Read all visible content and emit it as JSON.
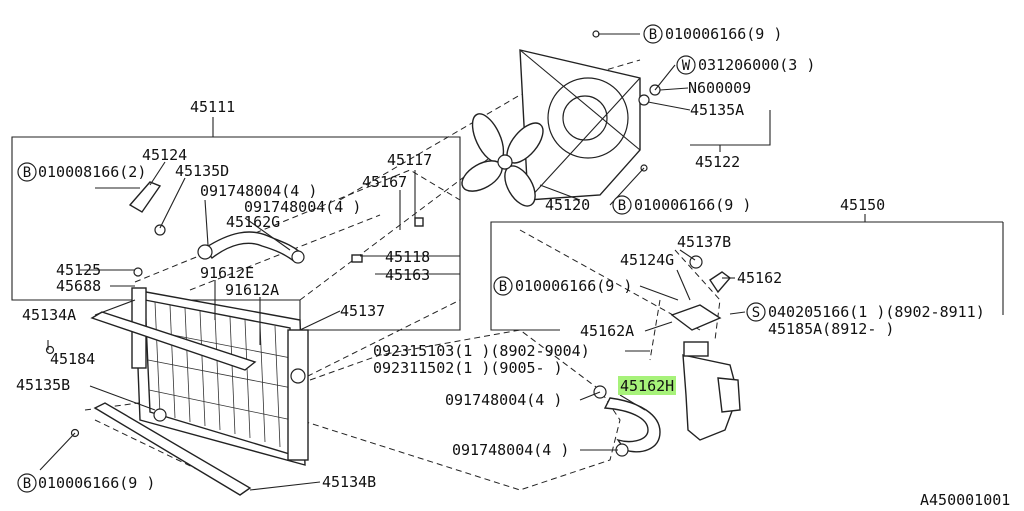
{
  "diagram_code": "A450001001",
  "highlighted_part": "45162H",
  "highlight_color": "#a7f27a",
  "labels": {
    "p45111": "45111",
    "p45124": "45124",
    "p45135D": "45135D",
    "b010008166": "010008166(2)",
    "p091748004_a": "091748004(4 )",
    "p091748004_b": "091748004(4 )",
    "p45162G": "45162G",
    "p45117": "45117",
    "p45167": "45167",
    "p45118": "45118",
    "p45163": "45163",
    "p91612E": "91612E",
    "p91612A": "91612A",
    "p45125": "45125",
    "p45688": "45688",
    "p45134A": "45134A",
    "p45184": "45184",
    "p45137": "45137",
    "p45135B": "45135B",
    "b010006166_bl": "010006166(9 )",
    "p45134B": "45134B",
    "b010006166_top": "010006166(9 )",
    "w031206000": "031206000(3 )",
    "n600009": "N600009",
    "p45135A": "45135A",
    "p45122": "45122",
    "p45120": "45120",
    "b010006166_mid": "010006166(9 )",
    "p45150": "45150",
    "p45137B": "45137B",
    "p45124G": "45124G",
    "p45162": "45162",
    "b010006166_r": "010006166(9 )",
    "s040205166": "040205166(1 )(8902-8911)",
    "p45185A": "45185A(8912-    )",
    "p45162A": "45162A",
    "p092315103": "092315103(1 )(8902-9004)",
    "p092311502": "092311502(1 )(9005-    )",
    "p45162H": "45162H",
    "p091748004_c": "091748004(4 )",
    "p091748004_d": "091748004(4 )"
  },
  "prefix_letters": {
    "B": "B",
    "W": "W",
    "S": "S"
  }
}
